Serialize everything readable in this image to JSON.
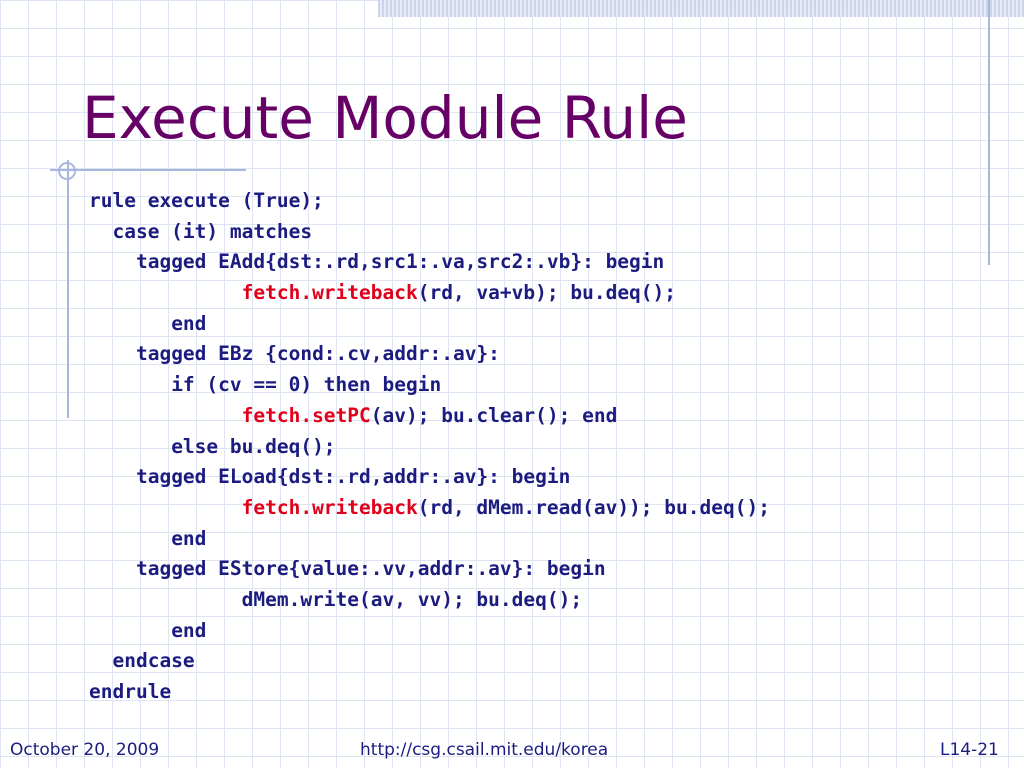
{
  "slide": {
    "title": "Execute Module Rule",
    "code_lines": [
      {
        "indent": "",
        "parts": [
          {
            "t": "rule execute (True);",
            "hl": false
          }
        ]
      },
      {
        "indent": "  ",
        "parts": [
          {
            "t": "case (it) matches",
            "hl": false
          }
        ]
      },
      {
        "indent": "    ",
        "parts": [
          {
            "t": "tagged EAdd{dst:.rd,src1:.va,src2:.vb}: begin",
            "hl": false
          }
        ]
      },
      {
        "indent": "             ",
        "parts": [
          {
            "t": "fetch.writeback",
            "hl": true
          },
          {
            "t": "(rd, va+vb); bu.deq();",
            "hl": false
          }
        ]
      },
      {
        "indent": "       ",
        "parts": [
          {
            "t": "end",
            "hl": false
          }
        ]
      },
      {
        "indent": "    ",
        "parts": [
          {
            "t": "tagged EBz {cond:.cv,addr:.av}:",
            "hl": false
          }
        ]
      },
      {
        "indent": "       ",
        "parts": [
          {
            "t": "if (cv == 0) then begin",
            "hl": false
          }
        ]
      },
      {
        "indent": "             ",
        "parts": [
          {
            "t": "fetch.setPC",
            "hl": true
          },
          {
            "t": "(av); bu.clear(); end",
            "hl": false
          }
        ]
      },
      {
        "indent": "       ",
        "parts": [
          {
            "t": "else bu.deq();",
            "hl": false
          }
        ]
      },
      {
        "indent": "    ",
        "parts": [
          {
            "t": "tagged ELoad{dst:.rd,addr:.av}: begin",
            "hl": false
          }
        ]
      },
      {
        "indent": "             ",
        "parts": [
          {
            "t": "fetch.writeback",
            "hl": true
          },
          {
            "t": "(rd, dMem.read(av)); bu.deq();",
            "hl": false
          }
        ]
      },
      {
        "indent": "       ",
        "parts": [
          {
            "t": "end",
            "hl": false
          }
        ]
      },
      {
        "indent": "    ",
        "parts": [
          {
            "t": "tagged EStore{value:.vv,addr:.av}: begin",
            "hl": false
          }
        ]
      },
      {
        "indent": "             ",
        "parts": [
          {
            "t": "dMem.write(av, vv); bu.deq();",
            "hl": false
          }
        ]
      },
      {
        "indent": "       ",
        "parts": [
          {
            "t": "end",
            "hl": false
          }
        ]
      },
      {
        "indent": "  ",
        "parts": [
          {
            "t": "endcase",
            "hl": false
          }
        ]
      },
      {
        "indent": "",
        "parts": [
          {
            "t": "endrule",
            "hl": false
          }
        ]
      }
    ]
  },
  "footer": {
    "date": "October 20, 2009",
    "url": "http://csg.csail.mit.edu/korea",
    "page": "L14-21"
  },
  "colors": {
    "title": "#660066",
    "code": "#1c1c80",
    "highlight": "#e0001b",
    "grid": "#dfe4f2"
  }
}
